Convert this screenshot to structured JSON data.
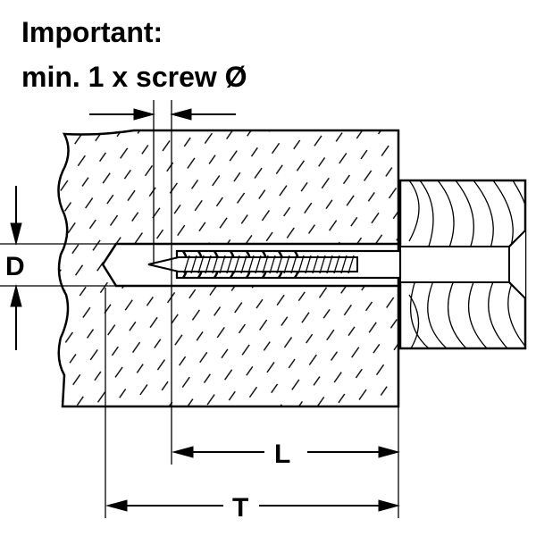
{
  "heading": {
    "line1": "Important:",
    "line2": "min. 1 x screw Ø"
  },
  "dimensions": {
    "diameter_label": "D",
    "length_label": "L",
    "total_label": "T"
  }
}
